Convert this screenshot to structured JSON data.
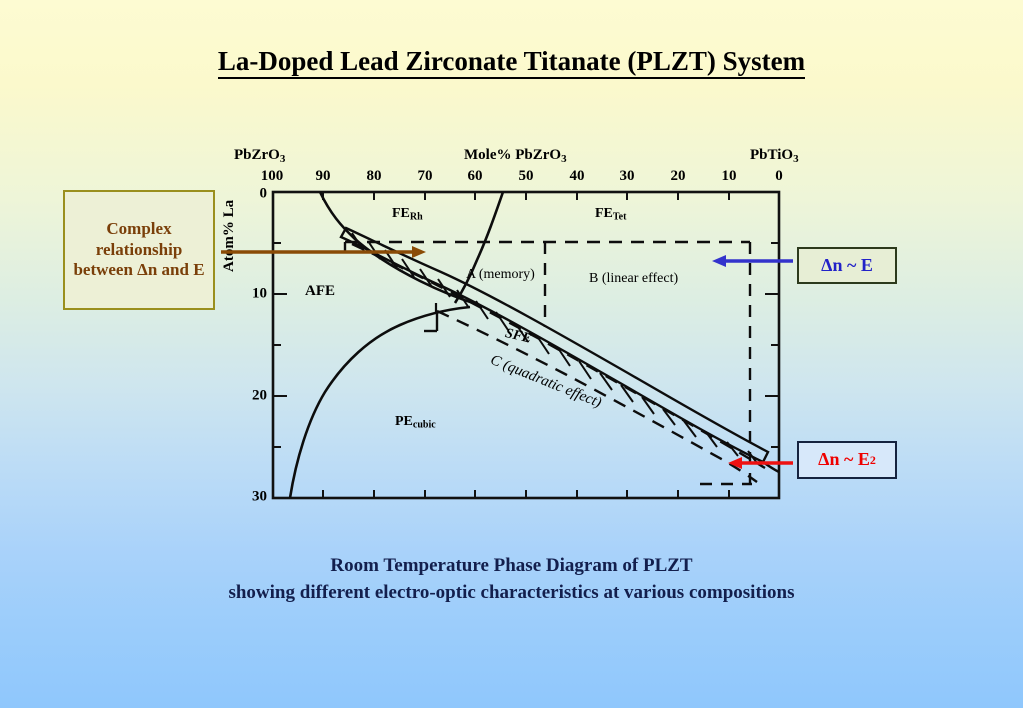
{
  "slide": {
    "title": "La-Doped Lead Zirconate Titanate (PLZT) System",
    "caption_line1": "Room Temperature  Phase Diagram of PLZT",
    "caption_line2": "showing different electro-optic characteristics at various compositions"
  },
  "callouts": {
    "complex": "Complex relationship between Δn and E",
    "linear": "Δn ~ E",
    "quadratic_base": "Δn ~ E",
    "quadratic_exp": "2"
  },
  "axes": {
    "top_left_endmember": "PbZrO",
    "top_left_endmember_sub": "3",
    "top_center_label": "Mole% PbZrO",
    "top_center_label_sub": "3",
    "top_right_endmember": "PbTiO",
    "top_right_endmember_sub": "3",
    "y_label": "Atom% La"
  },
  "chart_data": {
    "type": "diagram",
    "title": "Room Temperature Phase Diagram of PLZT",
    "xlabel": "Mole% PbZrO3",
    "ylabel": "Atom% La",
    "xlim": [
      100,
      0
    ],
    "ylim": [
      0,
      30
    ],
    "x_ticks": [
      100,
      90,
      80,
      70,
      60,
      50,
      40,
      30,
      20,
      10,
      0
    ],
    "y_ticks": [
      0,
      10,
      20,
      30
    ],
    "grid": false,
    "x_axis_position": "top",
    "x_axis_reversed": true,
    "regions": [
      {
        "name": "FE-rhombohedral",
        "label": "FE",
        "sublabel": "Rh"
      },
      {
        "name": "FE-tetragonal",
        "label": "FE",
        "sublabel": "Tet"
      },
      {
        "name": "antiferroelectric",
        "label": "AFE",
        "sublabel": ""
      },
      {
        "name": "paraelectric-cubic",
        "label": "PE",
        "sublabel": "cubic"
      },
      {
        "name": "slim-loop-ferroelectric",
        "label": "SFE",
        "sublabel": ""
      }
    ],
    "annotations": [
      {
        "name": "region-a",
        "text": "A (memory)"
      },
      {
        "name": "region-b",
        "text": "B (linear effect)"
      },
      {
        "name": "region-c",
        "text": "C (quadratic effect)"
      }
    ],
    "boundaries": [
      {
        "name": "afe-fe-rh-boundary",
        "comment": "curve from top edge near 93 mol% descending right to ~66 mol% at 13 at.%",
        "points": [
          [
            93.5,
            0
          ],
          [
            91,
            2.5
          ],
          [
            88,
            5
          ],
          [
            85,
            7
          ],
          [
            81,
            9.5
          ],
          [
            76,
            11.5
          ],
          [
            71,
            12.6
          ],
          [
            66,
            13.2
          ]
        ]
      },
      {
        "name": "ferh-fetet-morphotropic",
        "comment": "steep boundary from top edge ~55 mol% down-left to ~66 mol% at 9 at.%",
        "points": [
          [
            54.5,
            0
          ],
          [
            57,
            3
          ],
          [
            59.5,
            5.5
          ],
          [
            62,
            7.5
          ],
          [
            64.5,
            9
          ]
        ]
      },
      {
        "name": "pe-cubic-dome",
        "comment": "left dome of PE cubic region",
        "points": [
          [
            97,
            30
          ],
          [
            93,
            25
          ],
          [
            89,
            20
          ],
          [
            85,
            16.5
          ],
          [
            80,
            14.5
          ],
          [
            74,
            13.4
          ],
          [
            68,
            13.2
          ]
        ]
      },
      {
        "name": "sfe-band-upper",
        "comment": "upper edge of hatched slim-loop band",
        "points": [
          [
            85,
            7
          ],
          [
            75,
            10.5
          ],
          [
            65,
            13.3
          ],
          [
            50,
            17.5
          ],
          [
            35,
            21.5
          ],
          [
            20,
            24.8
          ],
          [
            8,
            27.2
          ],
          [
            2,
            28.3
          ]
        ]
      },
      {
        "name": "sfe-band-lower",
        "comment": "lower edge of hatched slim-loop band",
        "points": [
          [
            84,
            8.2
          ],
          [
            74,
            11.8
          ],
          [
            64,
            14.6
          ],
          [
            49,
            18.8
          ],
          [
            34,
            22.8
          ],
          [
            19,
            26.0
          ],
          [
            7,
            28.4
          ],
          [
            1,
            29.4
          ]
        ]
      }
    ],
    "dashed_boxes": [
      {
        "name": "region-a-box",
        "x_range": [
          84,
          45
        ],
        "y_top": 4.8,
        "y_bottom": 16.2
      },
      {
        "name": "region-b-box",
        "x_range": [
          45,
          5
        ],
        "y_top": 4.8,
        "y_bottom": 27.5
      },
      {
        "name": "region-c-band",
        "x_range": [
          84,
          3
        ],
        "y_top": 7.5,
        "y_bottom": 30.0
      }
    ]
  },
  "arrows": [
    {
      "name": "brown-arrow",
      "direction": "right",
      "color": "#8a4b06"
    },
    {
      "name": "blue-arrow",
      "direction": "left",
      "color": "#3333cc"
    },
    {
      "name": "red-arrow",
      "direction": "left",
      "color": "#ee1111"
    }
  ],
  "ticks_top": [
    "100",
    "90",
    "80",
    "70",
    "60",
    "50",
    "40",
    "30",
    "20",
    "10",
    "0"
  ],
  "ticks_left": [
    "0",
    "10",
    "20",
    "30"
  ]
}
